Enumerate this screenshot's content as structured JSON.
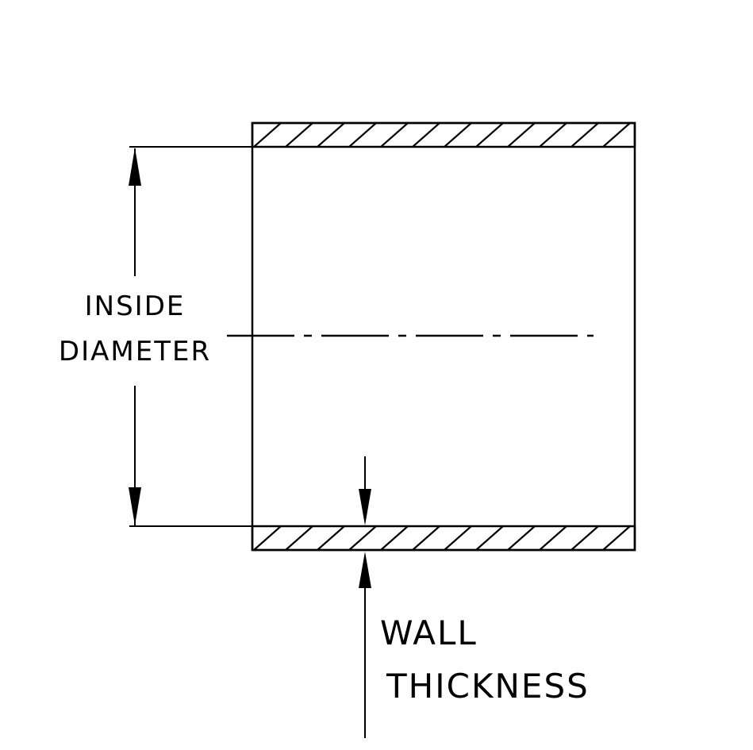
{
  "colors": {
    "ink": "#000000",
    "background": "#ffffff"
  },
  "diagram": {
    "type": "technical-drawing-cross-section",
    "labels": {
      "inside_diameter_line1": "INSIDE",
      "inside_diameter_line2": "DIAMETER",
      "wall_thickness_line1": "WALL",
      "wall_thickness_line2": "THICKNESS"
    }
  }
}
